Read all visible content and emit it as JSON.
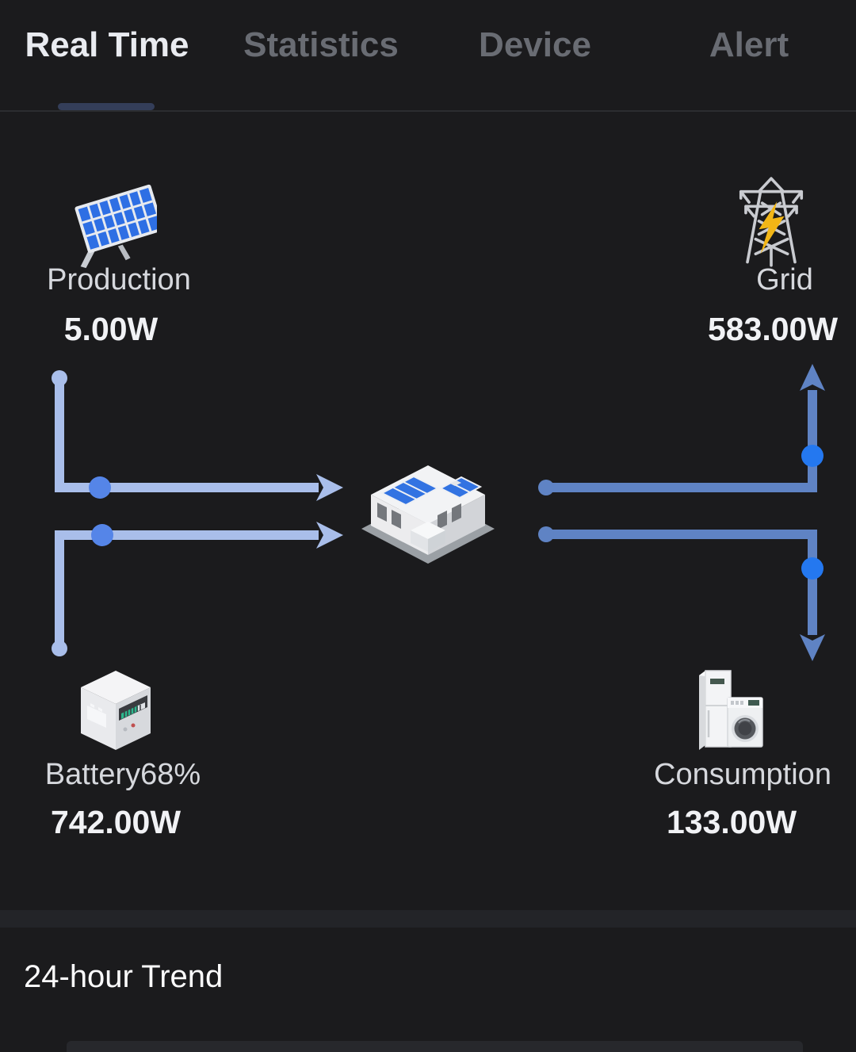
{
  "tab_bar": {
    "tabs": [
      {
        "label": "Real Time",
        "active": true
      },
      {
        "label": "Statistics",
        "active": false
      },
      {
        "label": "Device",
        "active": false
      },
      {
        "label": "Alert",
        "active": false
      }
    ]
  },
  "energy_flow": {
    "production": {
      "label": "Production",
      "value": "5.00W",
      "icon": "solar-panel-icon"
    },
    "grid": {
      "label": "Grid",
      "value": "583.00W",
      "icon": "power-tower-icon"
    },
    "battery": {
      "label": "Battery68%",
      "value": "742.00W",
      "icon": "battery-cabinet-icon"
    },
    "consumption": {
      "label": "Consumption",
      "value": "133.00W",
      "icon": "appliances-icon"
    },
    "home": {
      "icon": "house-icon"
    }
  },
  "trend_section": {
    "title": "24-hour Trend"
  },
  "colors": {
    "bg": "#1b1b1d",
    "tabActive": "#e9ebf0",
    "tabInactive": "#696c73",
    "tabIndicator": "#343e59",
    "divider": "#2c2d30",
    "label": "#d6d8dd",
    "value": "#f1f2f5",
    "flowLeft": "#a9beea",
    "flowRight": "#5f83c4",
    "dotLeft": "#5585e8",
    "dotRight": "#2478f0",
    "band": "#232428",
    "card": "#27282c",
    "title": "#fbfbfc"
  }
}
